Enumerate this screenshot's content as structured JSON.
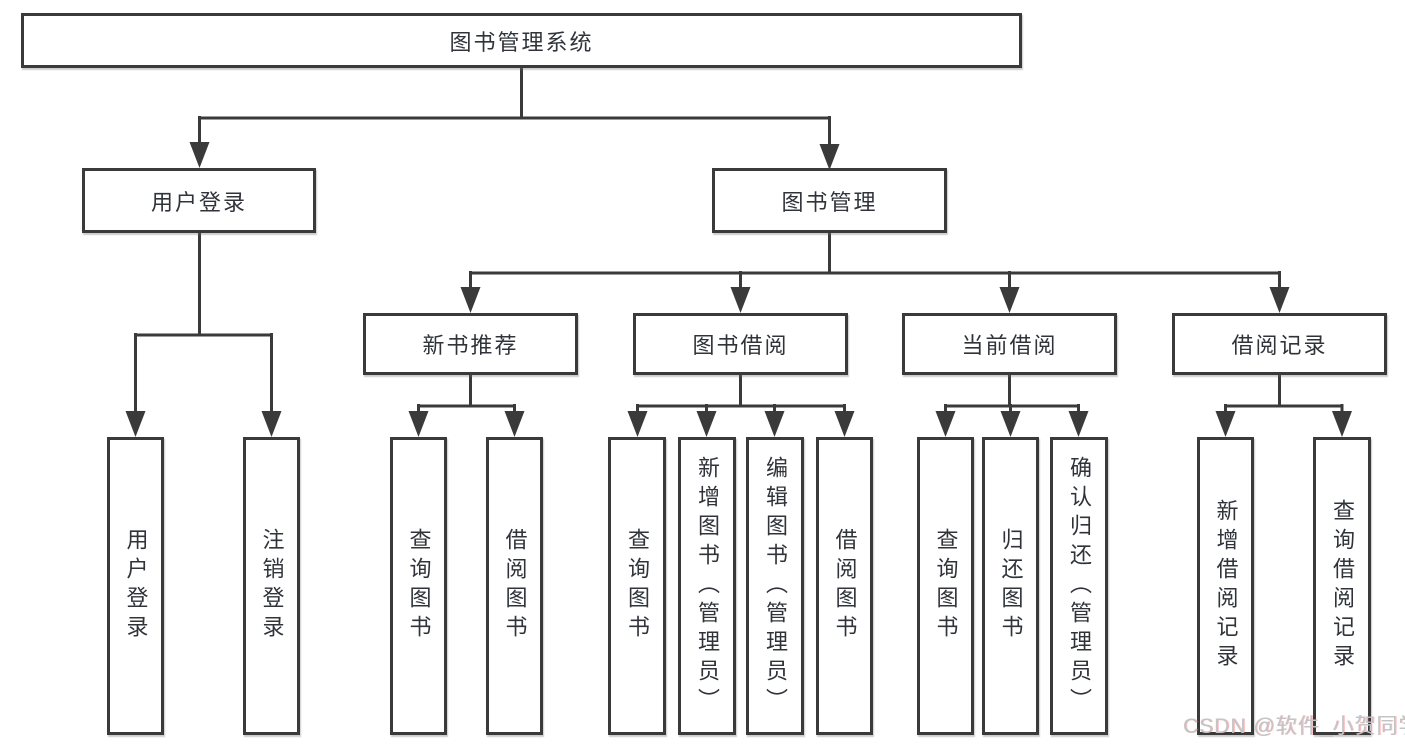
{
  "diagram_title": "图书管理系统",
  "tree": {
    "root": "图书管理系统",
    "login": {
      "label": "用户登录",
      "children": [
        "用户登录",
        "注销登录"
      ]
    },
    "mgmt": {
      "label": "图书管理",
      "groups": [
        {
          "label": "新书推荐",
          "children": [
            "查询图书",
            "借阅图书"
          ]
        },
        {
          "label": "图书借阅",
          "children": [
            "查询图书",
            "新增图书（管理员）",
            "编辑图书（管理员）",
            "借阅图书"
          ]
        },
        {
          "label": "当前借阅",
          "children": [
            "查询图书",
            "归还图书",
            "确认归还（管理员）"
          ]
        },
        {
          "label": "借阅记录",
          "children": [
            "新增借阅记录",
            "查询借阅记录"
          ]
        }
      ]
    }
  },
  "watermark": "CSDN @软件_小贺同学",
  "colors": {
    "line": "#3a3a3a",
    "text": "#30343a",
    "box_background": "#ffffff",
    "watermark": "#c3c4c7"
  }
}
